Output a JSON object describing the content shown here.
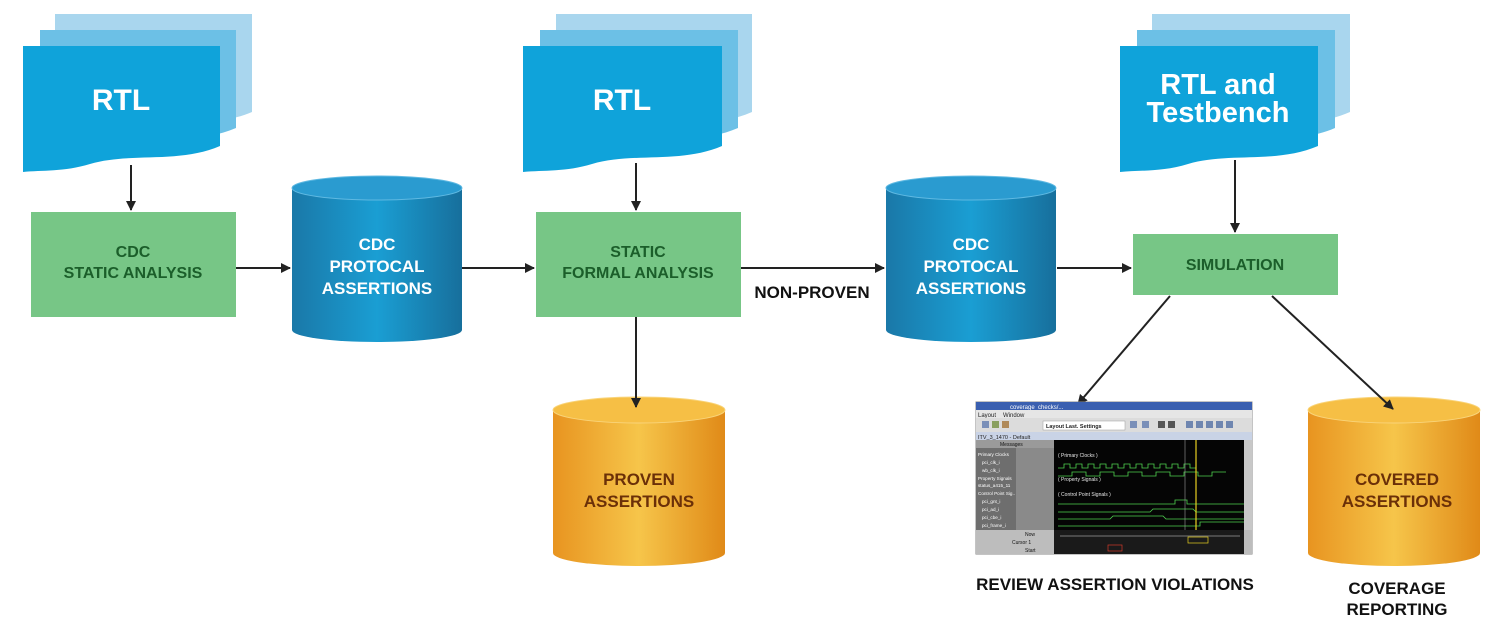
{
  "colors": {
    "doc_back": "#a9d6ee",
    "doc_mid": "#6cc0e6",
    "doc_front": "#0fa3da",
    "process_fill": "#77c686",
    "process_text": "#1b5e2a",
    "db_blue_body": "#1d86b9",
    "db_blue_top": "#2a9bd0",
    "db_orange_body": "#f0a82a",
    "db_orange_top": "#f6bf45",
    "db_orange_text": "#6b3008",
    "arrow": "#222222"
  },
  "docs": [
    {
      "lines": [
        "RTL"
      ]
    },
    {
      "lines": [
        "RTL"
      ]
    },
    {
      "lines": [
        "RTL and",
        "Testbench"
      ]
    }
  ],
  "processes": [
    {
      "lines": [
        "CDC",
        "STATIC ANALYSIS"
      ]
    },
    {
      "lines": [
        "STATIC",
        "FORMAL ANALYSIS"
      ]
    },
    {
      "lines": [
        "SIMULATION"
      ]
    }
  ],
  "databases": [
    {
      "lines": [
        "CDC",
        "PROTOCAL",
        "ASSERTIONS"
      ]
    },
    {
      "lines": [
        "CDC",
        "PROTOCAL",
        "ASSERTIONS"
      ]
    },
    {
      "lines": [
        "PROVEN",
        "ASSERTIONS"
      ]
    },
    {
      "lines": [
        "COVERED",
        "ASSERTIONS"
      ]
    }
  ],
  "edge_labels": {
    "non_proven": "NON-PROVEN"
  },
  "captions": {
    "review": "REVIEW ASSERTION VIOLATIONS",
    "coverage": [
      "COVERAGE",
      "REPORTING"
    ]
  },
  "waveform": {
    "title": "coverage_checks/...",
    "menu": [
      "Layout",
      "Window"
    ],
    "layout_select": "Layout Last. Settings",
    "tab": "ITV_3_1470 - Default",
    "header": "Messages",
    "signals": [
      "Primary Clocks",
      "pci_clk_i",
      "wb_clk_i",
      "Property Signals",
      "status_a415_11",
      "Control Point Sig..",
      "pci_gnt_i",
      "pci_ad_i",
      "pci_cbe_i",
      "pci_frame_i"
    ],
    "group_labels": [
      "( Primary Clocks )",
      "( Property Signals )",
      "( Control Point Signals )"
    ],
    "footer": [
      "Now",
      "Cursor 1",
      "Start"
    ]
  }
}
